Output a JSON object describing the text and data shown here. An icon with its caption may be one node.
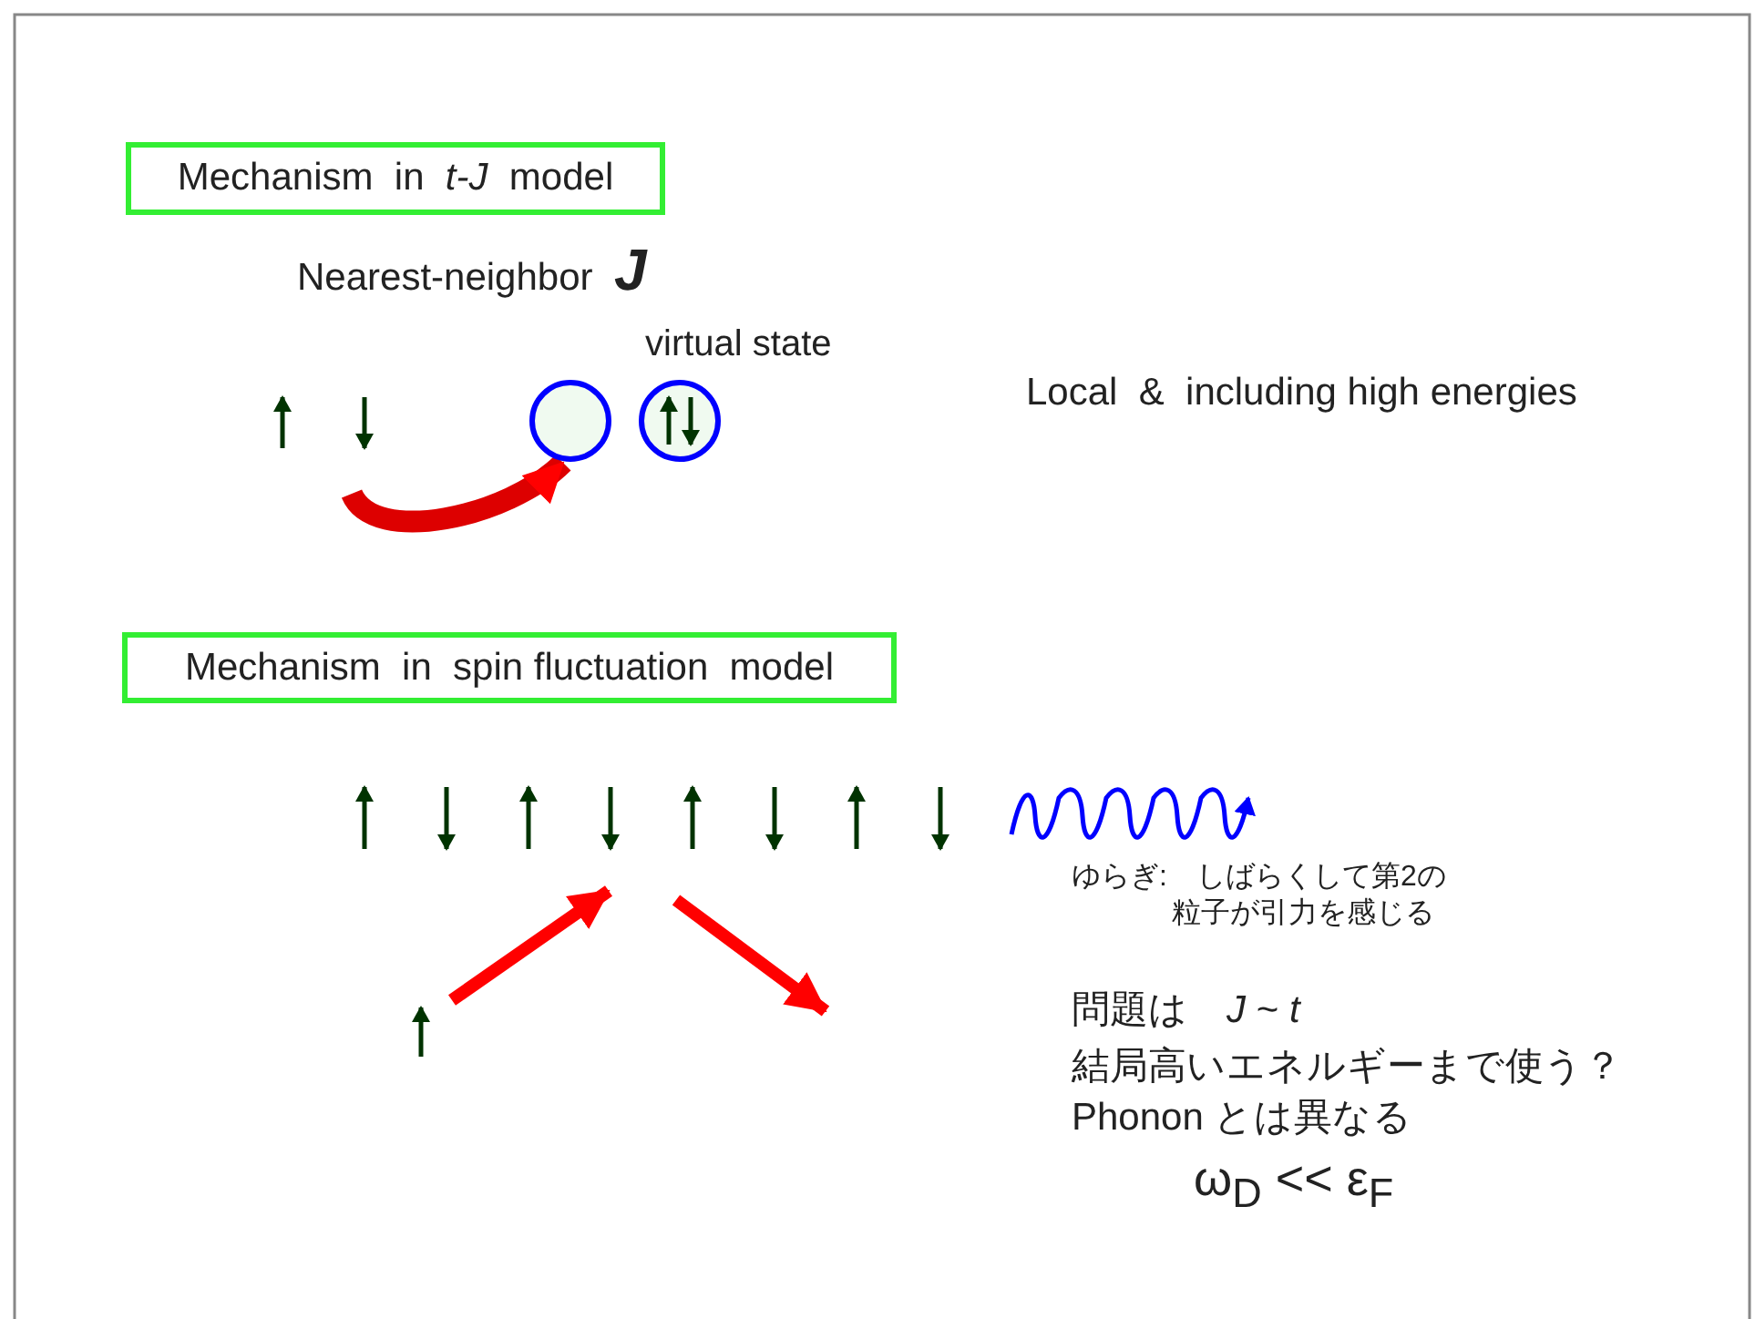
{
  "diagram": {
    "nodes": [
      {
        "text": [
          "Mechanism  in  *t-J*  model"
        ]
      },
      {
        "text": [],
        "shape": "circle"
      },
      {
        "text": [],
        "shape": "circle",
        "beside": [
          "virtual state"
        ]
      },
      {
        "text": [
          "Mechanism  in  spin fluctuation  model"
        ]
      }
    ],
    "edges": [
      {
        "from": null,
        "to": 1,
        "arrow": "to"
      }
    ],
    "labels": [
      "Nearest-neighbor  *J*",
      "Local  &  including high energies",
      "ゆらぎ:　しばらくして第2の粒子が引力を感じる",
      "問題は　*J* ~ *t*",
      "結局高いエネルギーまで使う？",
      "Phonon とは異なる",
      "ω$_{D}$ << ε$_{F}$"
    ]
  }
}
